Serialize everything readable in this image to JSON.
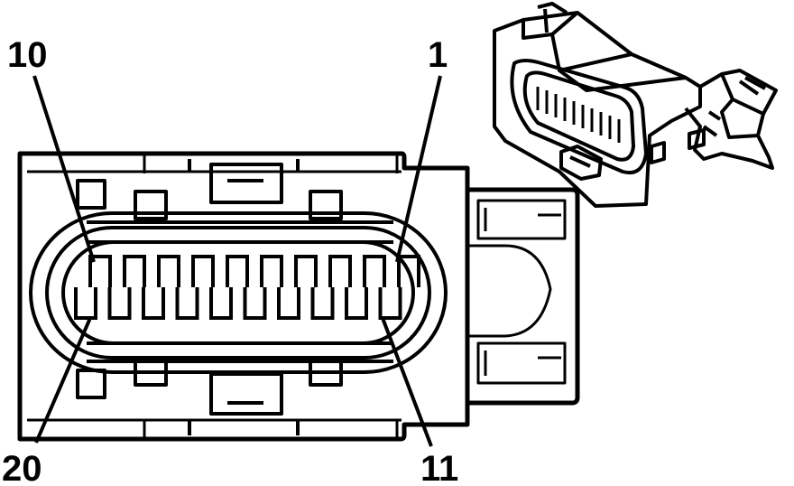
{
  "diagram": {
    "pin_labels": {
      "top_left": "10",
      "top_right": "1",
      "bottom_left": "20",
      "bottom_right": "11"
    },
    "pin_rows": {
      "top": {
        "first": 10,
        "last": 1,
        "count": 10
      },
      "bottom": {
        "first": 20,
        "last": 11,
        "count": 10
      }
    },
    "colors": {
      "line": "#000000",
      "background": "#ffffff"
    }
  }
}
